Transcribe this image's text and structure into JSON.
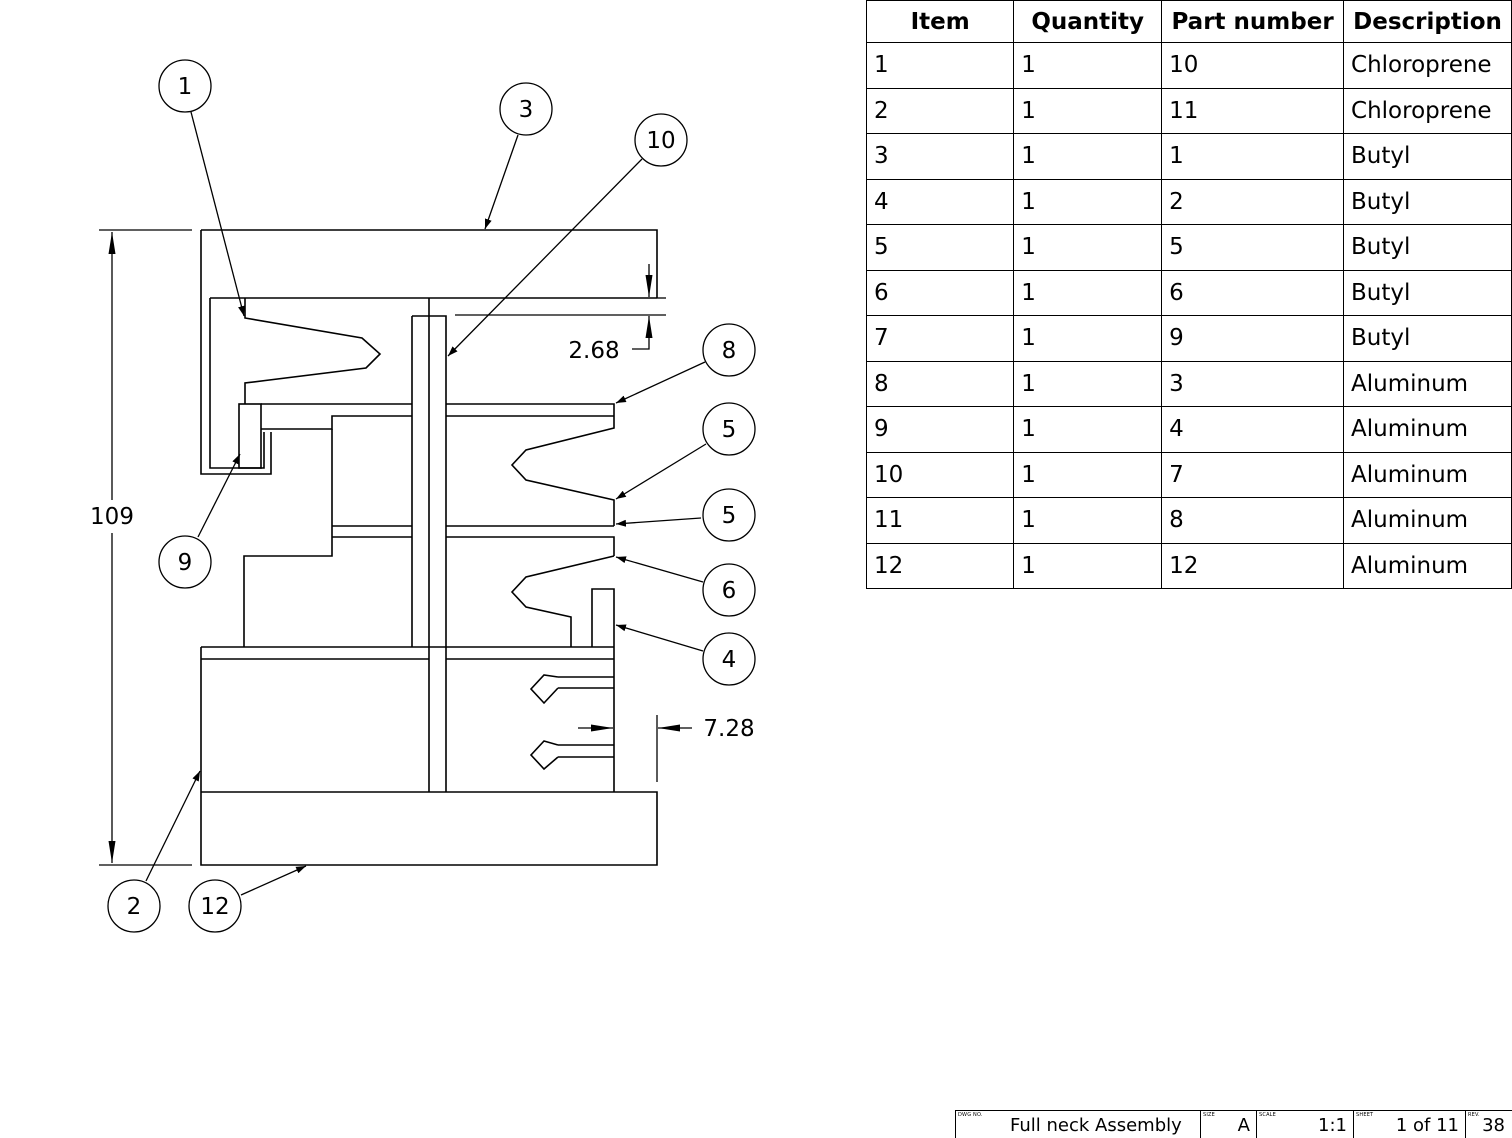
{
  "dimensions": {
    "height": "109",
    "top_gap": "2.68",
    "right_gap": "7.28"
  },
  "balloons": [
    {
      "label": "1"
    },
    {
      "label": "3"
    },
    {
      "label": "10"
    },
    {
      "label": "8"
    },
    {
      "label": "5"
    },
    {
      "label": "5"
    },
    {
      "label": "6"
    },
    {
      "label": "4"
    },
    {
      "label": "9"
    },
    {
      "label": "2"
    },
    {
      "label": "12"
    }
  ],
  "bom": {
    "headers": [
      "Item",
      "Quantity",
      "Part number",
      "Description"
    ],
    "rows": [
      [
        "1",
        "1",
        "10",
        "Chloroprene"
      ],
      [
        "2",
        "1",
        "11",
        "Chloroprene"
      ],
      [
        "3",
        "1",
        "1",
        "Butyl"
      ],
      [
        "4",
        "1",
        "2",
        "Butyl"
      ],
      [
        "5",
        "1",
        "5",
        "Butyl"
      ],
      [
        "6",
        "1",
        "6",
        "Butyl"
      ],
      [
        "7",
        "1",
        "9",
        "Butyl"
      ],
      [
        "8",
        "1",
        "3",
        "Aluminum"
      ],
      [
        "9",
        "1",
        "4",
        "Aluminum"
      ],
      [
        "10",
        "1",
        "7",
        "Aluminum"
      ],
      [
        "11",
        "1",
        "8",
        "Aluminum"
      ],
      [
        "12",
        "1",
        "12",
        "Aluminum"
      ]
    ]
  },
  "title_block": {
    "dwg_no_caption": "DWG NO.",
    "dwg_no": "Full neck Assembly",
    "size_caption": "SIZE",
    "size": "A",
    "scale_caption": "SCALE",
    "scale": "1:1",
    "sheet_caption": "SHEET",
    "sheet": "1 of 11",
    "rev_caption": "REV.",
    "rev": "38"
  }
}
